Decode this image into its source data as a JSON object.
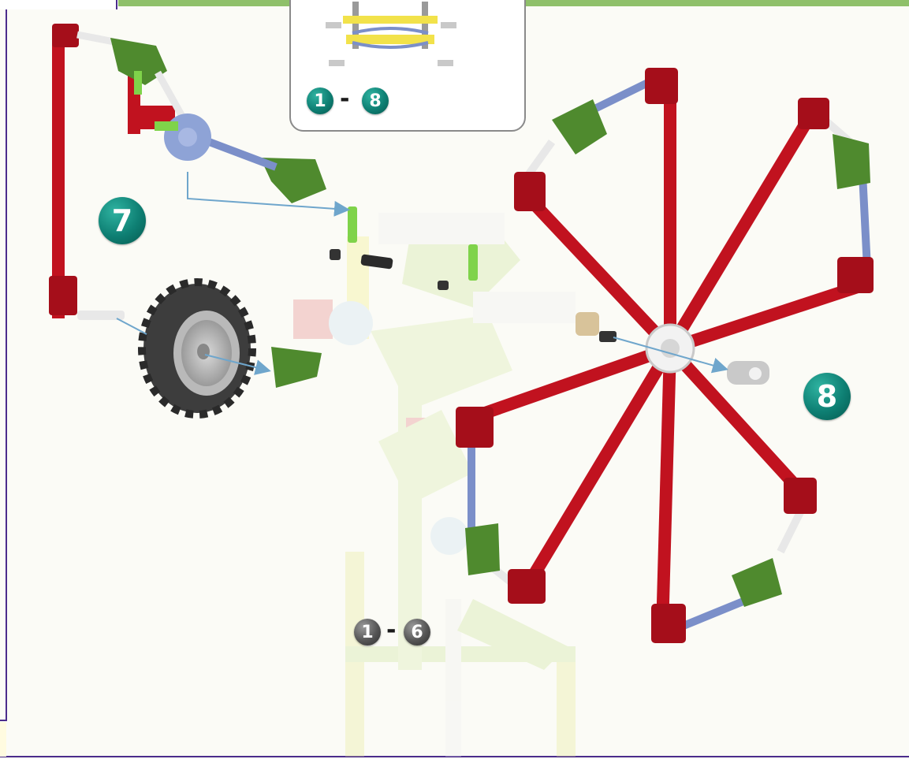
{
  "steps": {
    "step_7": "7",
    "step_8": "8"
  },
  "inset_range": {
    "from": "1",
    "separator": "-",
    "to": "8"
  },
  "prior_range": {
    "from": "1",
    "separator": "-",
    "to": "6"
  },
  "colors": {
    "rod_red": "#c1121f",
    "rod_blue": "#7b8fc9",
    "connector_green": "#4f8a2e",
    "hub_blue": "#8ea3d6",
    "tire_gray": "#3d3d3d",
    "badge_teal": "#0e7f73",
    "badge_gray": "#555555",
    "arrow_blue": "#6fa6cc",
    "frame_purple": "#4b2c8c",
    "top_bar_green": "#8fc06a"
  },
  "icons": {
    "arrow": "assembly-arrow",
    "wheel": "tire-icon",
    "blade": "windmill-blade-icon"
  }
}
